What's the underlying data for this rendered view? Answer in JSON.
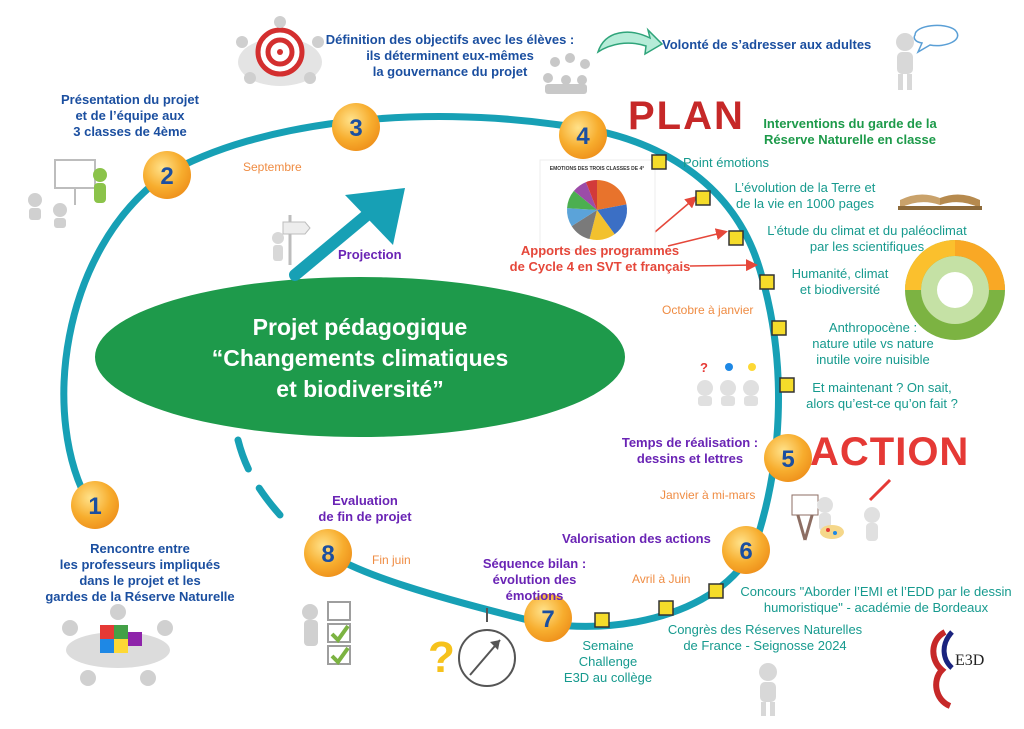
{
  "title_lines": [
    "Projet pédagogique",
    "“Changements climatiques",
    "et biodiversité”"
  ],
  "steps": [
    {
      "num": "1",
      "text": [
        "Rencontre entre",
        "les professeurs impliqués",
        "dans le projet et les",
        "gardes de la Réserve Naturelle"
      ]
    },
    {
      "num": "2",
      "text": [
        "Présentation du projet",
        "et de l’équipe aux",
        "3 classes de 4ème"
      ]
    },
    {
      "num": "3",
      "text": [
        "Définition des objectifs avec les élèves :",
        "ils déterminent eux-mêmes",
        "la gouvernance du projet"
      ]
    },
    {
      "num": "4",
      "text": [
        "Interventions du garde de la",
        "Réserve Naturelle en classe"
      ]
    },
    {
      "num": "5",
      "text": [
        "Temps de réalisation :",
        "dessins et lettres"
      ]
    },
    {
      "num": "6",
      "text": [
        "Valorisation des actions"
      ]
    },
    {
      "num": "7",
      "text": [
        "Séquence bilan :",
        "évolution des émotions"
      ]
    },
    {
      "num": "8",
      "text": [
        "Evaluation",
        "de fin de projet"
      ]
    }
  ],
  "adults_label": "Volonté de s’adresser aux adultes",
  "projection_label": "Projection",
  "programmes_label": [
    "Apports des programmes",
    "de Cycle 4 en SVT et français"
  ],
  "periods": {
    "septembre": "Septembre",
    "octobre": "Octobre à janvier",
    "janvier": "Janvier à mi-mars",
    "avril": "Avril à Juin",
    "fin_juin": "Fin juin"
  },
  "milestones": [
    {
      "text": [
        "Point  émotions"
      ]
    },
    {
      "text": [
        "L’évolution de la Terre et",
        "de la vie en 1000 pages"
      ]
    },
    {
      "text": [
        "L’étude du climat et du paléoclimat",
        "par les scientifiques"
      ]
    },
    {
      "text": [
        "Humanité, climat",
        "et biodiversité"
      ]
    },
    {
      "text": [
        "Anthropocène :",
        "nature utile vs nature",
        "inutile voire nuisible"
      ]
    },
    {
      "text": [
        "Et maintenant ? On sait,",
        "alors qu’est-ce qu’on fait ?"
      ]
    },
    {
      "text": [
        "Concours \"Aborder l’EMI et l’EDD par le dessin",
        "humoristique\" - académie de Bordeaux"
      ]
    },
    {
      "text": [
        "Congrès des Réserves Naturelles",
        "de France - Seignosse 2024"
      ]
    },
    {
      "text": [
        "Semaine",
        "Challenge",
        "E3D  au collège"
      ]
    }
  ],
  "pie_title": "EMOTIONS DES TROIS CLASSES DE 4°",
  "plan_word": "PLAN",
  "action_word": "ACTION",
  "e3d_label": "E3D",
  "pie_chart": {
    "values": [
      22,
      18,
      14,
      12,
      10,
      10,
      8,
      6
    ],
    "colors": [
      "#e8732c",
      "#3b6fc5",
      "#f2c12e",
      "#7a7a7a",
      "#5ba3d9",
      "#4caf50",
      "#9c4ca8",
      "#d23a3a"
    ]
  },
  "colors": {
    "ring": "#17a0b5",
    "ellipse": "#1e9a4b",
    "badge": "#f7ad2e",
    "milestone": "#f5dc2a"
  }
}
